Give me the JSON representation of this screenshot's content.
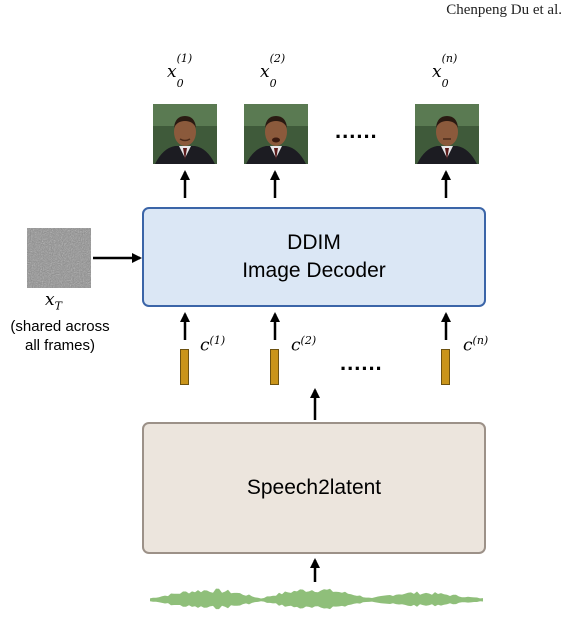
{
  "header": {
    "author": "Chenpeng Du et al."
  },
  "outputs": [
    {
      "var": "x",
      "sub": "0",
      "sup": "(1)"
    },
    {
      "var": "x",
      "sub": "0",
      "sup": "(2)"
    },
    {
      "var": "x",
      "sub": "0",
      "sup": "(n)"
    }
  ],
  "ellipsis": "......",
  "decoder": {
    "line1": "DDIM",
    "line2": "Image Decoder"
  },
  "noise": {
    "var": "x",
    "sub": "T",
    "caption_line1": "(shared across",
    "caption_line2": "all frames)"
  },
  "conditions": [
    {
      "var": "c",
      "sup": "(1)"
    },
    {
      "var": "c",
      "sup": "(2)"
    },
    {
      "var": "c",
      "sup": "(n)"
    }
  ],
  "encoder": {
    "label": "Speech2latent"
  },
  "colors": {
    "decoder_fill": "#dbe7f5",
    "decoder_border": "#3b65a8",
    "encoder_fill": "#ece5dd",
    "encoder_border": "#9c9188",
    "latent_fill": "#c9941a",
    "waveform": "#8fbf7a"
  }
}
